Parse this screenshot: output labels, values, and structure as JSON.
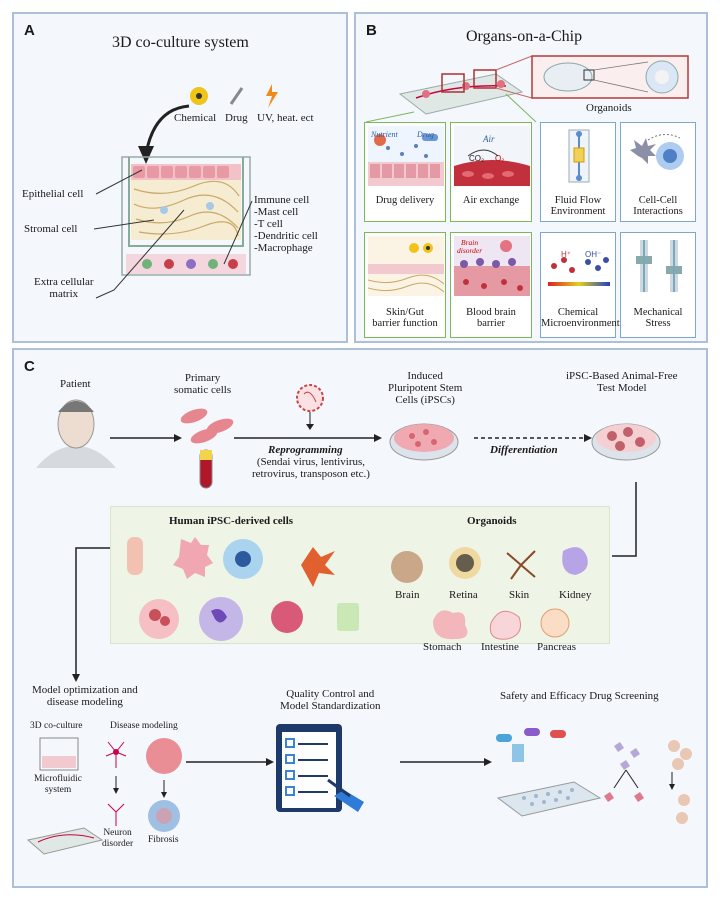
{
  "panel_a": {
    "letter": "A",
    "title": "3D co-culture system",
    "stressors": [
      "Chemical",
      "Drug",
      "UV, heat. ect"
    ],
    "labels": {
      "epithelial": "Epithelial cell",
      "stromal": "Stromal cell",
      "ecm": [
        "Extra cellular",
        "matrix"
      ],
      "immune": [
        "Immune cell",
        "-Mast cell",
        "-T cell",
        "-Dendritic cell",
        "-Macrophage"
      ]
    }
  },
  "panel_b": {
    "letter": "B",
    "title": "Organs-on-a-Chip",
    "organoids_label": "Organoids",
    "inset_labels": {
      "nutrient": "Nutrient",
      "drug": "Drug",
      "air": "Air",
      "co2": "CO₂",
      "o2": "O₂",
      "brain_disorder": [
        "Brain",
        "disorder"
      ],
      "h_plus": "H⁺",
      "oh_minus": "OH⁻"
    },
    "tiles": [
      {
        "caption": [
          "Drug delivery"
        ]
      },
      {
        "caption": [
          "Air exchange"
        ]
      },
      {
        "caption": [
          "Fluid Flow",
          "Environment"
        ]
      },
      {
        "caption": [
          "Cell-Cell",
          "Interactions"
        ]
      },
      {
        "caption": [
          "Skin/Gut",
          "barrier function"
        ]
      },
      {
        "caption": [
          "Blood brain",
          "barrier"
        ]
      },
      {
        "caption": [
          "Chemical",
          "Microenvironment"
        ]
      },
      {
        "caption": [
          "Mechanical",
          "Stress"
        ]
      }
    ]
  },
  "panel_c": {
    "letter": "C",
    "patient": "Patient",
    "primary": [
      "Primary",
      "somatic cells"
    ],
    "reprogramming": "Reprogramming",
    "reprogramming_methods": [
      "(Sendai virus, lentivirus,",
      "retrovirus, transposon etc.)"
    ],
    "ipsc": [
      "Induced",
      "Pluripotent Stem",
      "Cells (iPSCs)"
    ],
    "differentiation": "Differentiation",
    "test_model": [
      "iPSC-Based Animal-Free",
      "Test Model"
    ],
    "human_cells_title": "Human iPSC-derived cells",
    "organoids_title": "Organoids",
    "organoids": [
      "Brain",
      "Retina",
      "Skin",
      "Kidney",
      "Stomach",
      "Intestine",
      "Pancreas"
    ],
    "model_opt": [
      "Model optimization and",
      "disease modeling"
    ],
    "coculture": "3D co-culture",
    "disease_modeling": "Disease modeling",
    "microfluidic": [
      "Microfluidic",
      "system"
    ],
    "neuron": [
      "Neuron",
      "disorder"
    ],
    "fibrosis": "Fibrosis",
    "qc": [
      "Quality Control and",
      "Model Standardization"
    ],
    "screening": "Safety and Efficacy Drug Screening"
  },
  "colors": {
    "panel_border": "#aebfd8",
    "panel_bg": "#f4f7fc",
    "tile_blue": "#7fa6cc",
    "tile_green": "#7ab85a",
    "chip_red": "#b33a3a",
    "cell_pink": "#e8a0a8",
    "ipsc_box_bg": "#eef4e6"
  }
}
